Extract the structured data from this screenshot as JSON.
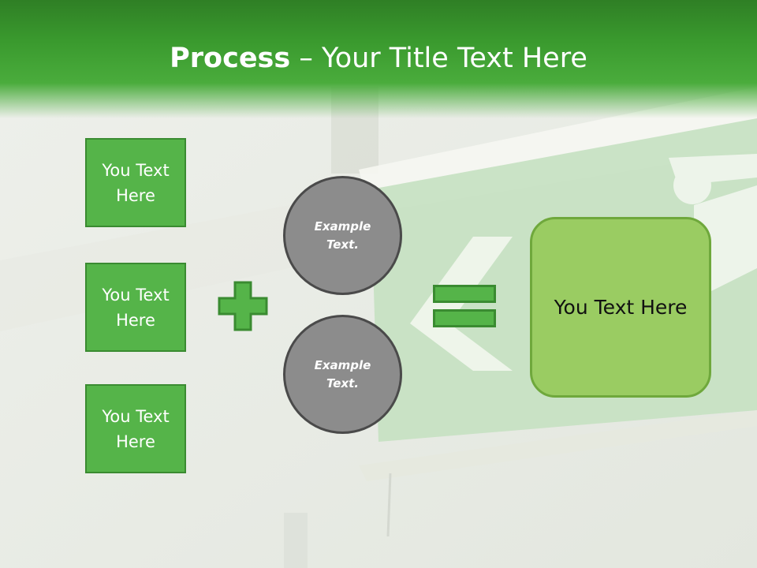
{
  "slide": {
    "title_bold": "Process",
    "title_rest": " – Your Title Text Here"
  },
  "left_boxes": [
    {
      "label": "You Text Here"
    },
    {
      "label": "You Text Here"
    },
    {
      "label": "You Text Here"
    }
  ],
  "circles": [
    {
      "label": "Example Text."
    },
    {
      "label": "Example Text."
    }
  ],
  "result": {
    "label": "You Text Here"
  },
  "colors": {
    "header_green": "#3a9a2e",
    "box_green": "#55b449",
    "result_green": "#9acc62",
    "circle_gray": "#8c8c8c"
  },
  "background_image": "exit-sign-icon"
}
